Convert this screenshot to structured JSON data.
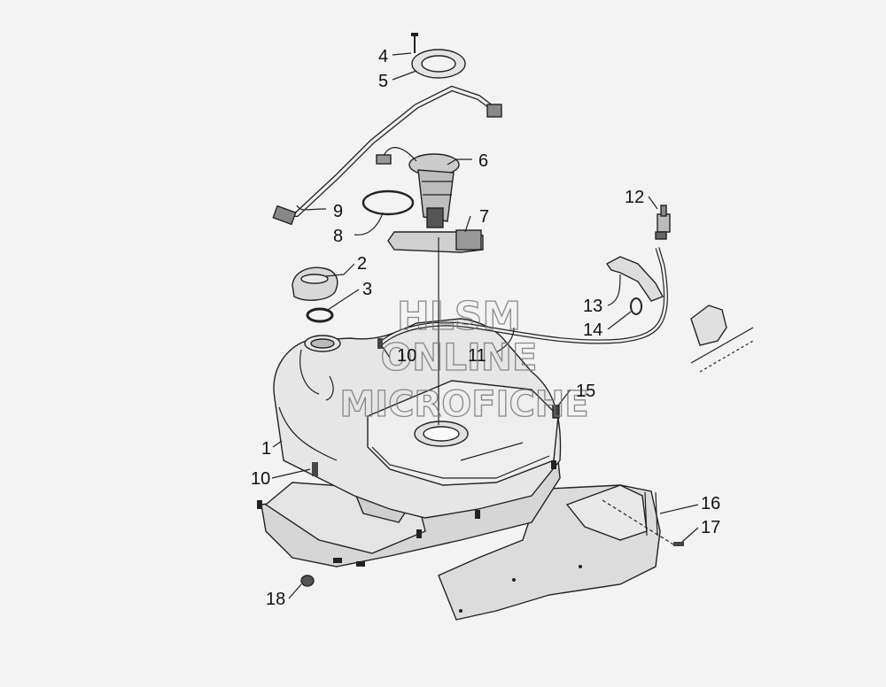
{
  "watermark": {
    "line1": "HLSM",
    "line2": "ONLINE",
    "line3": "MICROFICHE"
  },
  "callouts": [
    {
      "id": "c1",
      "number": "1"
    },
    {
      "id": "c2",
      "number": "2"
    },
    {
      "id": "c3",
      "number": "3"
    },
    {
      "id": "c4",
      "number": "4"
    },
    {
      "id": "c5",
      "number": "5"
    },
    {
      "id": "c6",
      "number": "6"
    },
    {
      "id": "c7",
      "number": "7"
    },
    {
      "id": "c8",
      "number": "8"
    },
    {
      "id": "c9",
      "number": "9"
    },
    {
      "id": "c10a",
      "number": "10"
    },
    {
      "id": "c10b",
      "number": "10"
    },
    {
      "id": "c11",
      "number": "11"
    },
    {
      "id": "c12",
      "number": "12"
    },
    {
      "id": "c13",
      "number": "13"
    },
    {
      "id": "c14",
      "number": "14"
    },
    {
      "id": "c15",
      "number": "15"
    },
    {
      "id": "c16",
      "number": "16"
    },
    {
      "id": "c17",
      "number": "17"
    },
    {
      "id": "c18",
      "number": "18"
    }
  ]
}
